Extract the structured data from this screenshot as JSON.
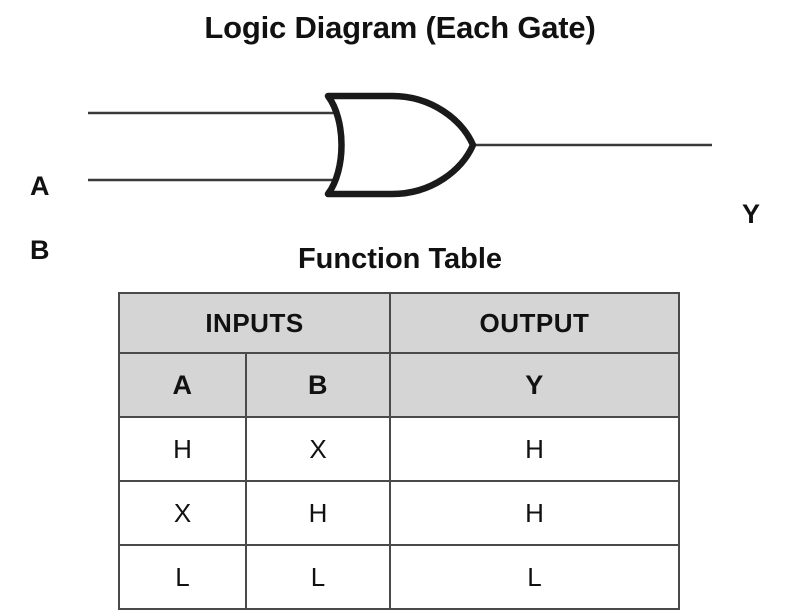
{
  "diagram": {
    "title": "Logic Diagram (Each Gate)",
    "gate_type": "or-gate",
    "inputs": [
      {
        "label": "A"
      },
      {
        "label": "B"
      }
    ],
    "output": {
      "label": "Y"
    }
  },
  "table": {
    "title": "Function Table",
    "group_headers": [
      {
        "label": "INPUTS",
        "span": 2
      },
      {
        "label": "OUTPUT",
        "span": 1
      }
    ],
    "column_headers": [
      "A",
      "B",
      "Y"
    ],
    "rows": [
      [
        "H",
        "X",
        "H"
      ],
      [
        "X",
        "H",
        "H"
      ],
      [
        "L",
        "L",
        "L"
      ]
    ]
  },
  "colors": {
    "header_background": "#d5d5d5",
    "border": "#4a4a4a",
    "ink": "#111111",
    "page_background": "#ffffff"
  }
}
